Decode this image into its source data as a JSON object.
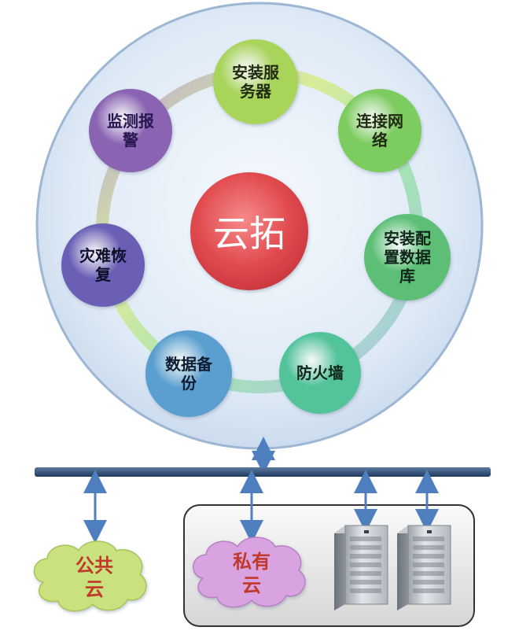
{
  "center": {
    "label": "云拓",
    "color": "#e14b4f"
  },
  "ring_nodes": [
    {
      "id": "install-server",
      "label": "安装服\n务器",
      "color": "#a8d45a",
      "text_color": "#1f2a10"
    },
    {
      "id": "connect-network",
      "label": "连接网\n络",
      "color": "#7ccc5e",
      "text_color": "#1f2a10"
    },
    {
      "id": "install-database",
      "label": "安装配\n置数据\n库",
      "color": "#5dbf76",
      "text_color": "#10261a"
    },
    {
      "id": "firewall",
      "label": "防火墙",
      "color": "#52c39a",
      "text_color": "#10261a"
    },
    {
      "id": "data-backup",
      "label": "数据备\n份",
      "color": "#5a9fcf",
      "text_color": "#0f1d33"
    },
    {
      "id": "disaster-recovery",
      "label": "灾难恢\n复",
      "color": "#6a5fb5",
      "text_color": "#0f0f2a"
    },
    {
      "id": "monitor-alarm",
      "label": "监测报\n警",
      "color": "#8a63b3",
      "text_color": "#2a1650"
    }
  ],
  "clouds": [
    {
      "id": "public-cloud",
      "label": "公共\n云",
      "color": "#c9e27f",
      "text_color": "#c0392b"
    },
    {
      "id": "private-cloud",
      "label": "私有\n云",
      "color": "#d8a3e0",
      "text_color": "#c0392b"
    }
  ],
  "server_count": 2
}
